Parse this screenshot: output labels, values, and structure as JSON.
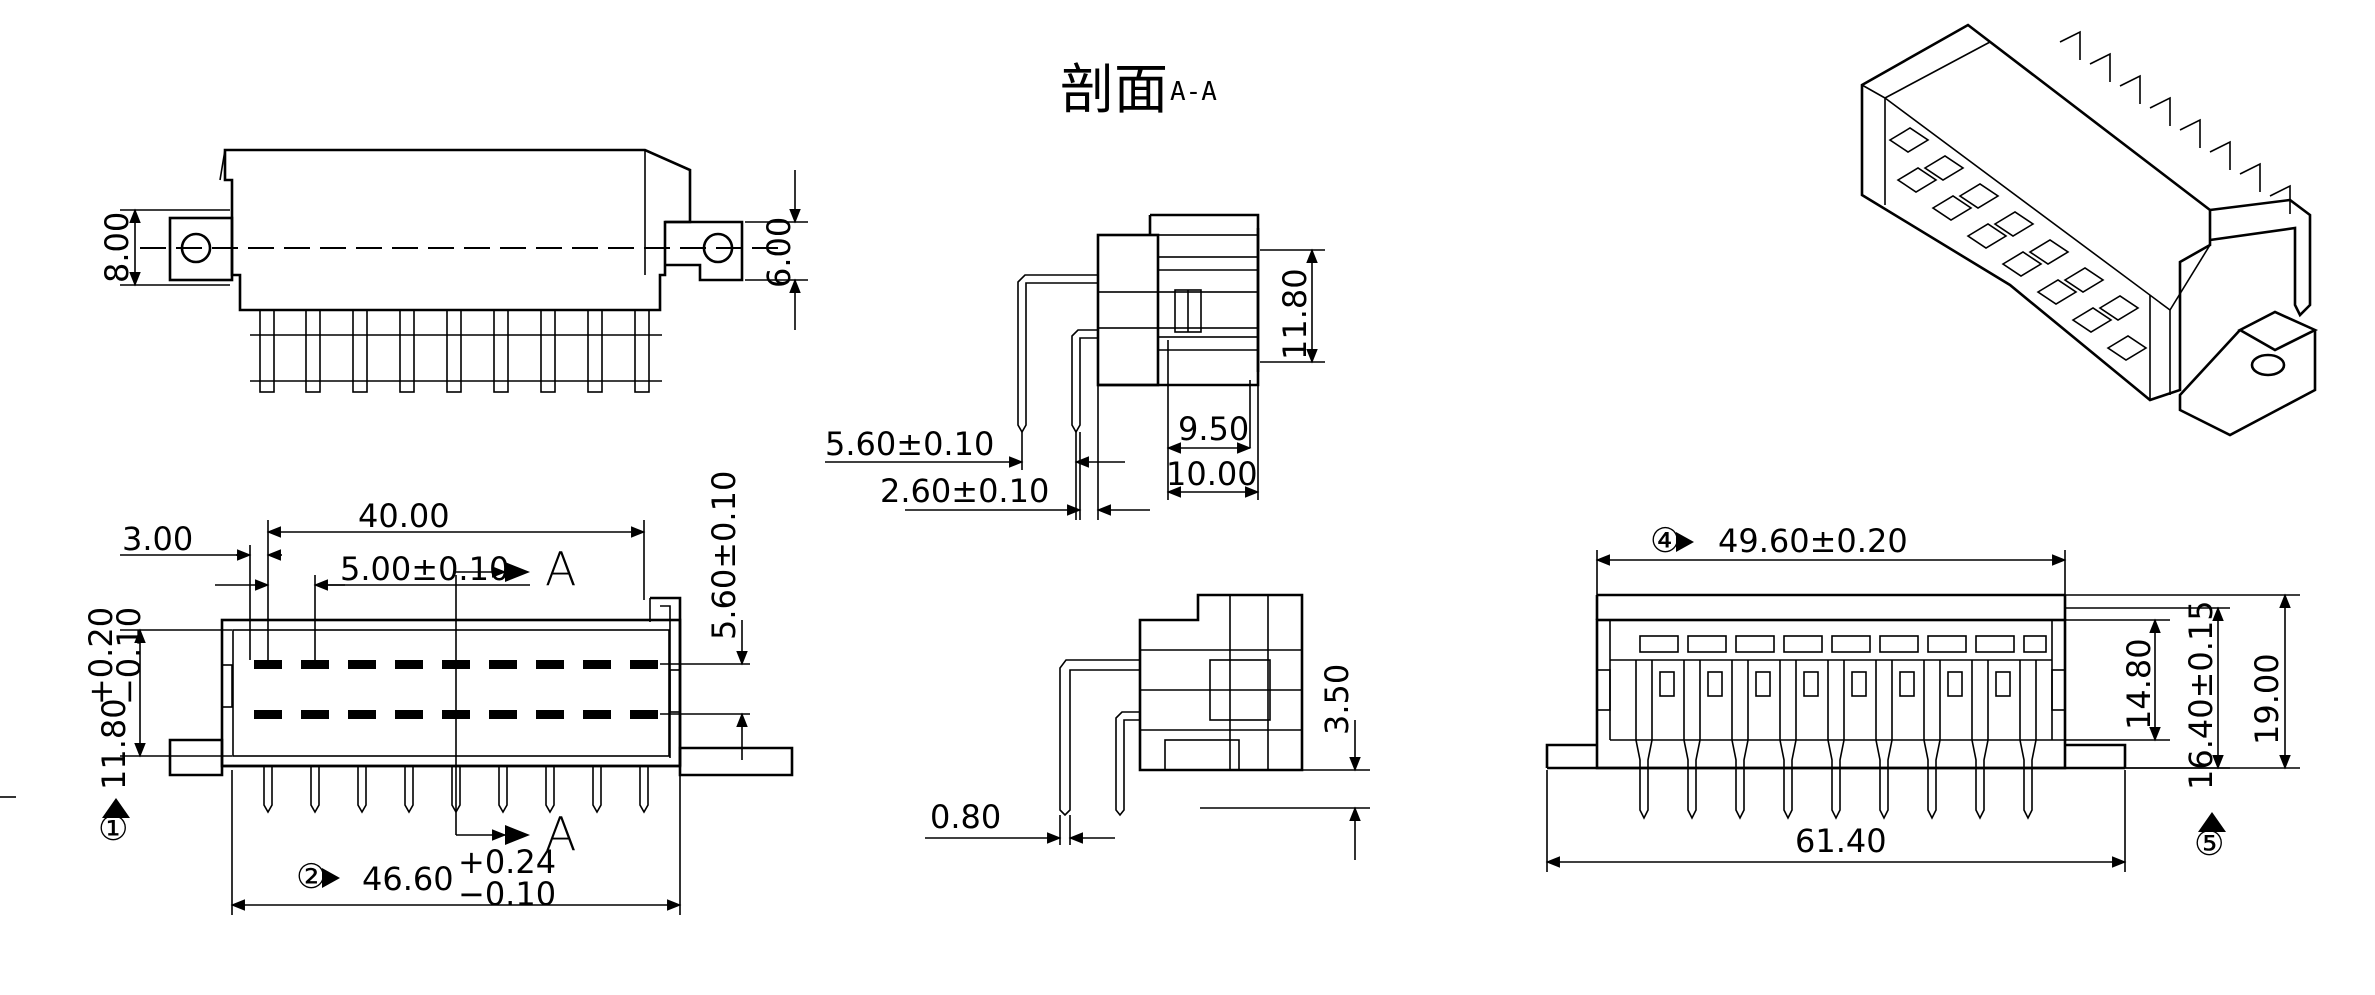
{
  "section_title": {
    "cjk": "剖面",
    "label": "A-A"
  },
  "top_view": {
    "dim_height_left": "8.00",
    "dim_height_right": "6.00"
  },
  "front_view": {
    "dim_width_top": "40.00",
    "dim_offset_left": "3.00",
    "dim_pitch": "5.00±0.10",
    "section_marker_top": "A",
    "section_marker_bottom": "A",
    "dim_right": "5.60±0.10",
    "dim_left_main": "11.80",
    "dim_left_tol_plus": "+0.20",
    "dim_left_tol_minus": "−0.10",
    "marker_1": "①",
    "marker_2": "②",
    "dim_bottom_main": "46.60",
    "dim_bottom_tol_plus": "+0.24",
    "dim_bottom_tol_minus": "−0.10"
  },
  "section_view": {
    "dim_height": "11.80",
    "dim_a": "9.50",
    "dim_b": "10.00",
    "dim_pin1": "5.60±0.10",
    "dim_pin2": "2.60±0.10"
  },
  "side_view": {
    "dim_height": "3.50",
    "dim_pin": "0.80"
  },
  "right_view": {
    "marker_4": "④",
    "dim_top": "49.60±0.20",
    "dim_h1": "14.80",
    "dim_h2": "16.40±0.15",
    "dim_h3": "19.00",
    "dim_bottom": "61.40",
    "marker_5": "⑤"
  }
}
